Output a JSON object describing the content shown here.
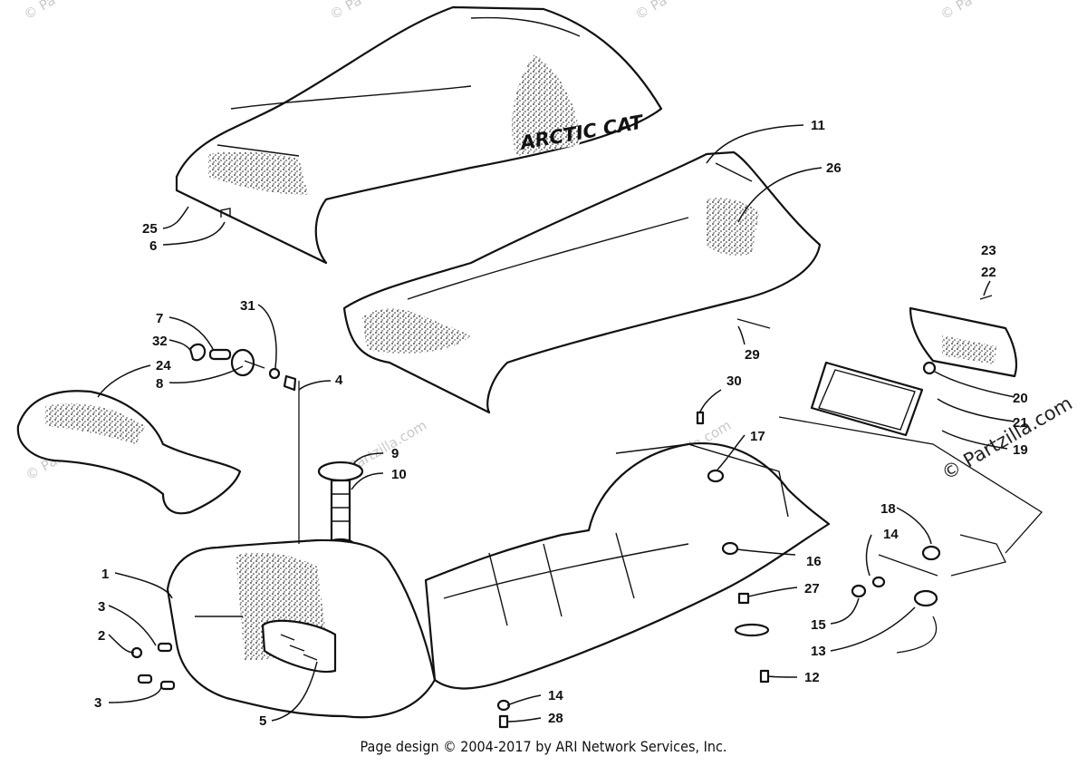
{
  "brand_label": "ARCTIC CAT",
  "watermarks": {
    "corner": "© Pa",
    "diagonal": "© Partzilla.com",
    "prominent": "© Partzilla.com"
  },
  "footer": "Page design © 2004-2017 by ARI Network Services, Inc.",
  "callouts": [
    "1",
    "2",
    "3",
    "3",
    "4",
    "5",
    "6",
    "7",
    "8",
    "9",
    "10",
    "11",
    "12",
    "13",
    "14",
    "14",
    "15",
    "16",
    "17",
    "18",
    "19",
    "20",
    "21",
    "22",
    "23",
    "24",
    "25",
    "26",
    "27",
    "28",
    "29",
    "30",
    "31",
    "32"
  ],
  "colors": {
    "line": "#111111",
    "background": "#ffffff",
    "watermark": "#c9c9c9"
  }
}
